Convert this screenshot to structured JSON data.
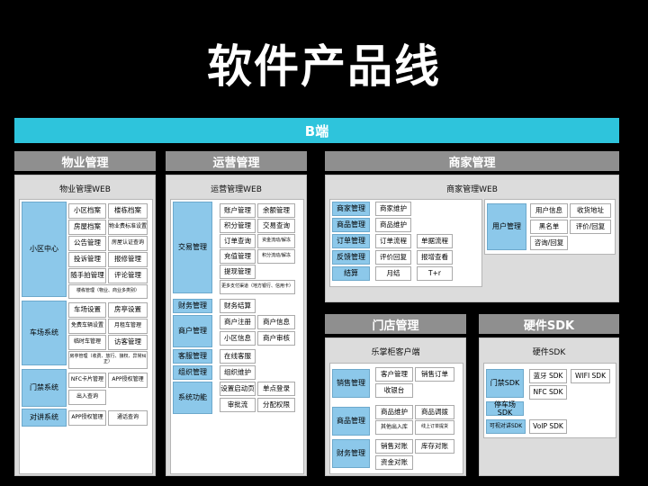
{
  "title": "软件产品线",
  "bend": "B端",
  "wuye": {
    "header": "物业管理",
    "sub": "物业管理WEB",
    "cats": [
      "小区中心",
      "车场系统",
      "门禁系统",
      "对讲系统"
    ],
    "cells": [
      "小区档案",
      "楼栋档案",
      "房屋档案",
      "物业费标准设置",
      "公告管理",
      "房屋认证查询",
      "投诉管理",
      "报修管理",
      "随手拍管理",
      "评论管理",
      "楼栋管理（物业、商业多类别）",
      "车场设置",
      "房亭设置",
      "免费车辆设置",
      "月租车管理",
      "临时车管理",
      "访客管理",
      "房亭管理（收费、放行、接权、异常纠正）",
      "NFC卡片管理",
      "APP授权管理",
      "出入查询",
      "APP授权管理",
      "通话查询"
    ]
  },
  "yunying": {
    "header": "运营管理",
    "sub": "运营管理WEB",
    "cats": [
      "交易管理",
      "财务管理",
      "商户管理",
      "客服管理",
      "组织管理",
      "系统功能"
    ],
    "cells": [
      "账户管理",
      "余额管理",
      "积分管理",
      "交易查询",
      "订单查询",
      "资金流动/解冻",
      "充值管理",
      "积分流动/解冻",
      "提现管理",
      "更多支付渠道（地方银行、信用卡）",
      "财务结算",
      "商户注册",
      "商户信息",
      "小区信息",
      "商户审核",
      "在线客服",
      "组织维护",
      "设置启动页",
      "单点登录",
      "审批流",
      "分配权限"
    ]
  },
  "shangjia": {
    "header": "商家管理",
    "sub": "商家管理WEB",
    "cats": [
      "商家管理",
      "商品管理",
      "订单管理",
      "反馈管理",
      "结算",
      "用户管理"
    ],
    "cells": [
      "商家维护",
      "商品维护",
      "订单流程",
      "单据流程",
      "评价回复",
      "报增查看",
      "月结",
      "T+r",
      "用户信息",
      "收货地址",
      "黑名单",
      "评价/回复",
      "咨询/回复"
    ]
  },
  "mendian": {
    "header": "门店管理",
    "sub": "乐掌柜客户端",
    "cats": [
      "销售管理",
      "商品管理",
      "财务管理"
    ],
    "cells": [
      "客户管理",
      "销售订单",
      "收银台",
      "商品维护",
      "商品调拨",
      "其他出入库",
      "线上订单提货",
      "销售对账",
      "库存对账",
      "资金对账"
    ]
  },
  "sdk": {
    "header": "硬件SDK",
    "sub": "硬件SDK",
    "cats": [
      "门禁SDK",
      "停车场SDK",
      "可视对讲SDK"
    ],
    "cells": [
      "蓝牙 SDK",
      "WIFI SDK",
      "NFC SDK",
      "VoIP SDK"
    ]
  }
}
